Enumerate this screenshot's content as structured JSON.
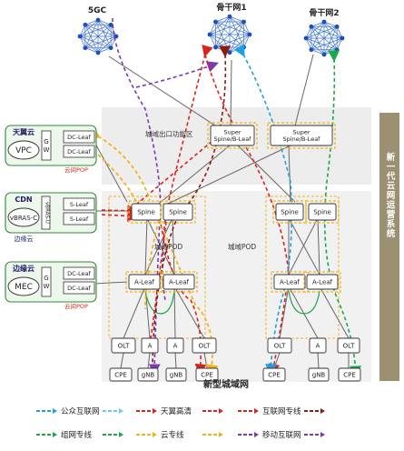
{
  "cores": {
    "c5gc": "5GC",
    "backbone1": "骨干网1",
    "backbone2": "骨干网2"
  },
  "zones": {
    "egress": "城域出口功能区",
    "pod_left": "城域POD",
    "pod_right": "城域POD",
    "side_panel": "新一代云网运营系统"
  },
  "clouds": {
    "tianyi": {
      "title": "天翼云",
      "inner": "VPC",
      "pop": "云间POP"
    },
    "edge1": {
      "title": "CDN",
      "inner": "vBRAS-C",
      "caption": "边缘云"
    },
    "edge2": {
      "title": "边缘云",
      "inner": "MEC",
      "pop": "云间POP"
    }
  },
  "nodes": {
    "gw": "G W",
    "vbrasu": "vBRAS-U",
    "dc_leaf": "DC-Leaf",
    "s_leaf": "S-Leaf",
    "super_spine": "Super Spine/B-Leaf",
    "spine": "Spine",
    "a_leaf": "A-Leaf",
    "olt": "OLT",
    "a": "A",
    "cpe": "CPE",
    "gnb": "gNB"
  },
  "title": "新型城域网",
  "legend": [
    {
      "label": "公众互联网",
      "colors": [
        "#1e9fe0",
        "#6fc8ee"
      ]
    },
    {
      "label": "天翼高清",
      "colors": [
        "#d9241c",
        "#d9241c"
      ]
    },
    {
      "label": "互联网专线",
      "colors": [
        "#d9241c",
        "#8b1a10"
      ]
    },
    {
      "label": "组网专线",
      "colors": [
        "#18a849",
        "#18a849"
      ]
    },
    {
      "label": "云专线",
      "colors": [
        "#f2b31a",
        "#f2b31a"
      ]
    },
    {
      "label": "移动互联网",
      "colors": [
        "#7a3ab0",
        "#7a3ab0"
      ]
    }
  ]
}
